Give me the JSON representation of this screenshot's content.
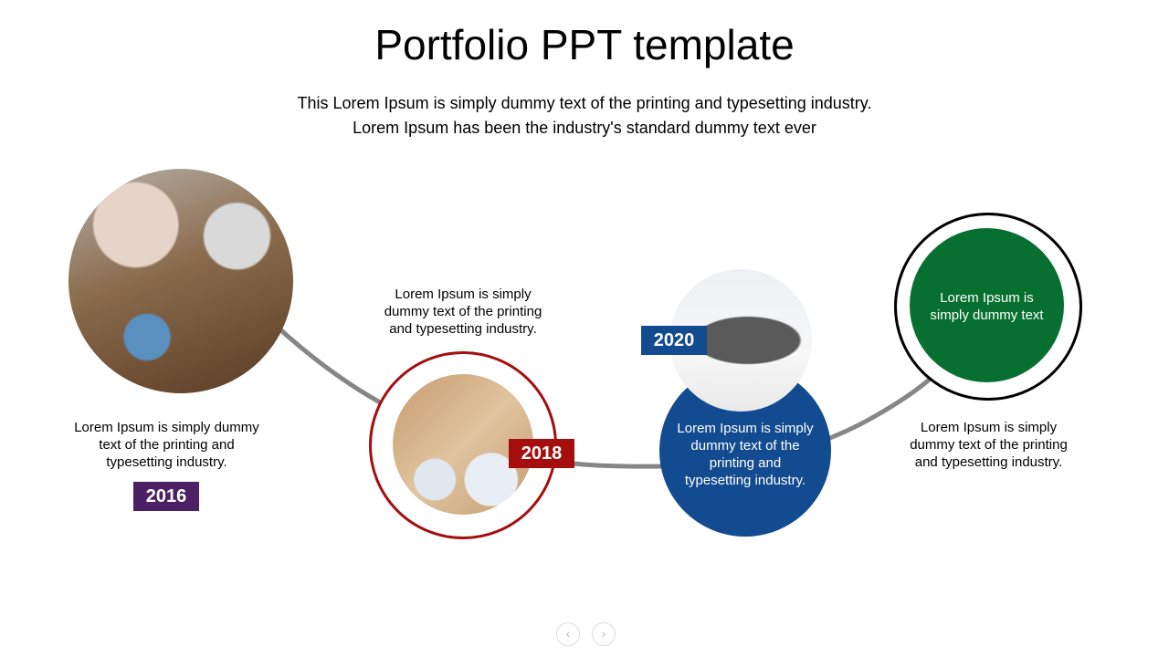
{
  "title": "Portfolio PPT template",
  "subtitle": [
    "This Lorem Ipsum is simply dummy text of the printing and typesetting industry.",
    "Lorem Ipsum has been the industry's standard dummy text ever"
  ],
  "milestones": [
    {
      "year": "2016",
      "text": "Lorem Ipsum is simply dummy text of the printing and typesetting industry.",
      "color": "#4b2164"
    },
    {
      "year": "2018",
      "text": "Lorem Ipsum is simply dummy text of the printing and typesetting industry.",
      "color": "#a50e0e"
    },
    {
      "year": "2020",
      "text": "Lorem Ipsum is simply dummy text of the printing and typesetting industry.",
      "color": "#124b8f"
    },
    {
      "circle_text": "Lorem Ipsum is simply dummy text",
      "text": "Lorem Ipsum is simply dummy text of the printing and typesetting industry.",
      "color": "#077030"
    }
  ],
  "nav": {
    "prev": "‹",
    "next": "›"
  }
}
